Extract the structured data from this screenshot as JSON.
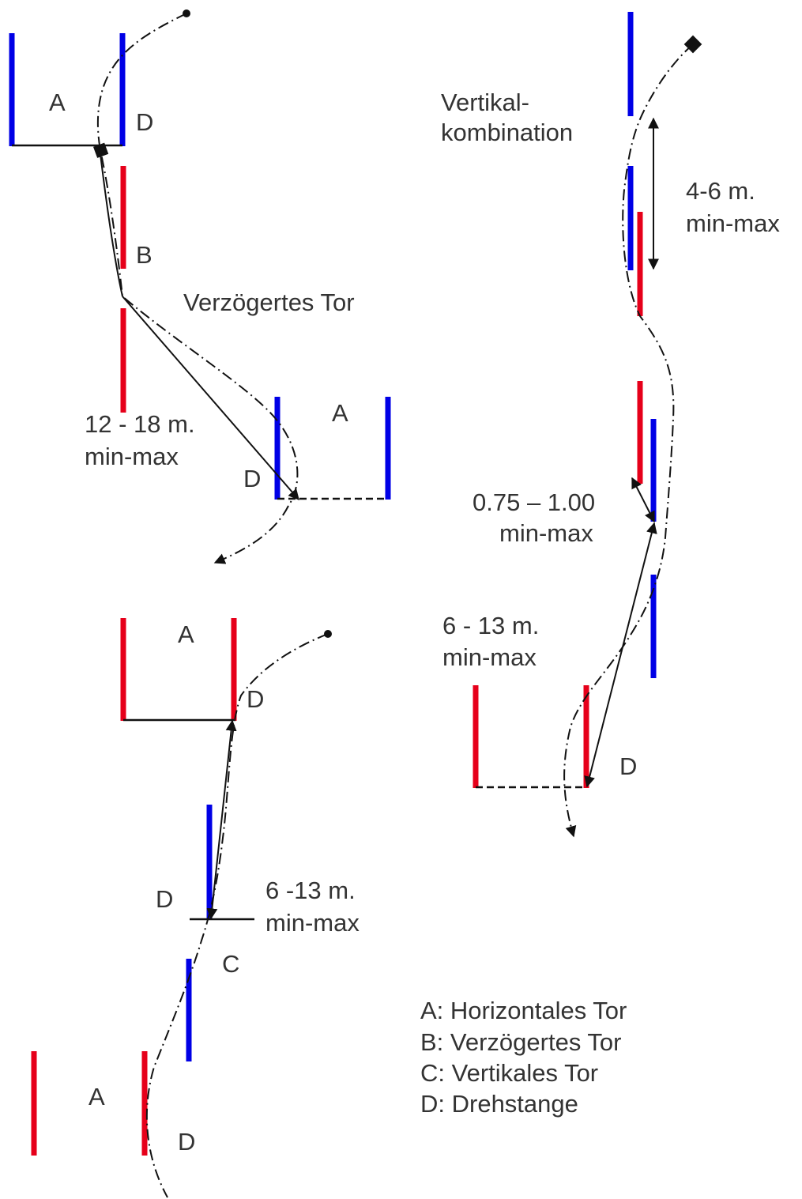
{
  "labels": {
    "gate_horizontal": "A",
    "gate_delayed": "B",
    "gate_vertical": "C",
    "pivot_pole": "D",
    "delayed_gate_title": "Verzögertes Tor",
    "vertical_combo_line1": "Vertikal-",
    "vertical_combo_line2": "kombination",
    "dist_12_18_line1": "12 - 18 m.",
    "dist_12_18_line2": "min-max",
    "dist_4_6_line1": "4-6 m.",
    "dist_4_6_line2": "min-max",
    "dist_075_100_line1": "0.75 – 1.00",
    "dist_075_100_line2": "min-max",
    "dist_6_13_right_line1": "6 - 13 m.",
    "dist_6_13_right_line2": "min-max",
    "dist_6_13_left_line1": "6 -13 m.",
    "dist_6_13_left_line2": "min-max"
  },
  "legend": [
    "A: Horizontales Tor",
    "B: Verzögertes Tor",
    "C: Vertikales Tor",
    "D: Drehstange"
  ],
  "colors": {
    "blue_gate": "#0000e6",
    "red_gate": "#e6001a",
    "text": "#333333",
    "line": "#111111"
  }
}
